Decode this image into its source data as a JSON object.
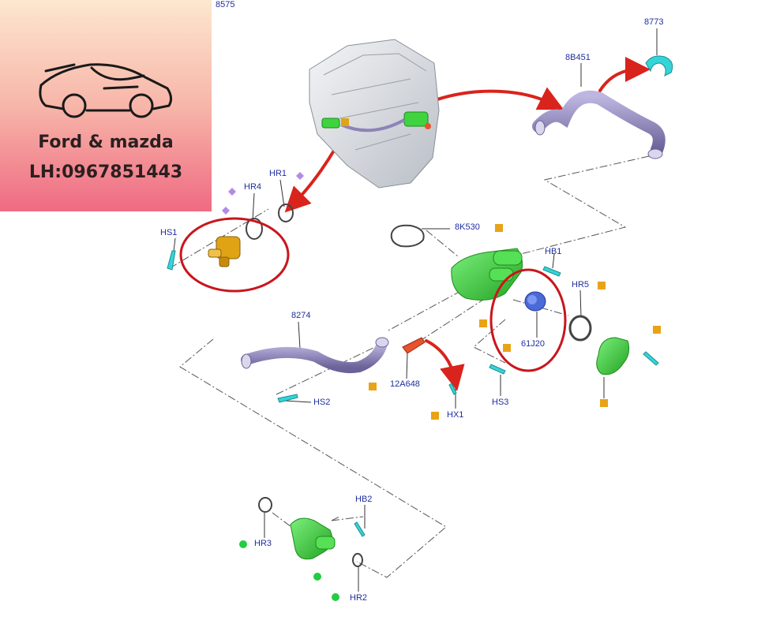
{
  "promo": {
    "brand_name": "Ford & mazda",
    "phone": "LH:0967851443"
  },
  "callouts": {
    "top_part": "8575",
    "p8773": "8773",
    "p8b451": "8B451",
    "hr1": "HR1",
    "hr4": "HR4",
    "hs1": "HS1",
    "p8k530": "8K530",
    "hb1": "HB1",
    "hr5": "HR5",
    "p61j20": "61J20",
    "p8274": "8274",
    "p12a648": "12A648",
    "hs2": "HS2",
    "hs3": "HS3",
    "hx1": "HX1",
    "hb2": "HB2",
    "hr3": "HR3",
    "hr2": "HR2"
  },
  "colors": {
    "callout_text": "#1f2f9e",
    "highlight_circle": "#c8161d",
    "arrow": "#d8241c",
    "part_green": "#3fd43f",
    "part_purple": "#8c84b8",
    "part_cyan": "#35d4d8",
    "part_gold": "#e0a314",
    "part_blue": "#4a6ad8",
    "part_orange": "#e8532c",
    "marker_square": "#e8a317",
    "marker_diamond": "#b48ae8",
    "marker_dot": "#22cc44"
  },
  "icons": [
    "car-logo-icon",
    "engine-block-image",
    "thermostat-housing-image"
  ]
}
